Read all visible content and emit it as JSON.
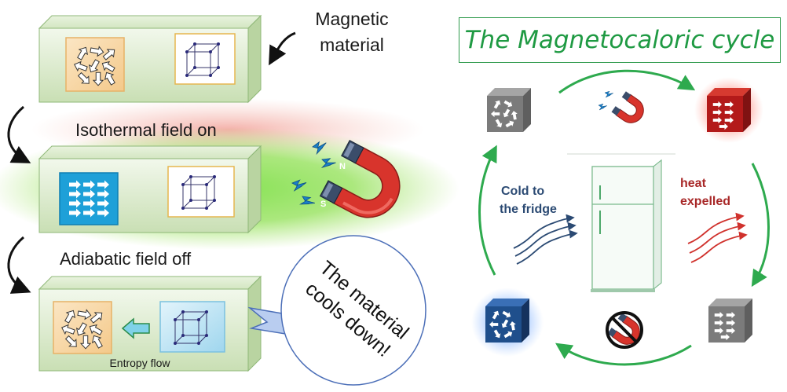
{
  "left": {
    "magnetic_material": [
      "Magnetic",
      "material"
    ],
    "isothermal_label": "Isothermal field on",
    "adiabatic_label": "Adiabatic field off",
    "entropy_label": "Entropy flow",
    "bubble_text": [
      "The material",
      "cools down!"
    ],
    "magnet_poles": {
      "north": "N",
      "south": "S"
    }
  },
  "right": {
    "title": "The Magnetocaloric cycle",
    "cold_label": [
      "Cold to",
      "the fridge"
    ],
    "heat_label": [
      "heat",
      "expelled"
    ]
  },
  "colors": {
    "box_green": "#dbe9cc",
    "orange_panel": "#f7d9a8",
    "blue_panel": "#1ea0d8",
    "magnet_red": "#d8342c",
    "cycle_green": "#2eaa4e",
    "title_green": "#1f9a43",
    "hot_red": "#b31a1a",
    "cold_blue": "#1f4f8c",
    "heat_text": "#a82828",
    "cold_text": "#2b4a73"
  },
  "icons": [
    "magnet-icon",
    "spark-icon",
    "fridge-icon",
    "no-magnet-icon",
    "cube-lattice-icon",
    "arrow-icon"
  ]
}
